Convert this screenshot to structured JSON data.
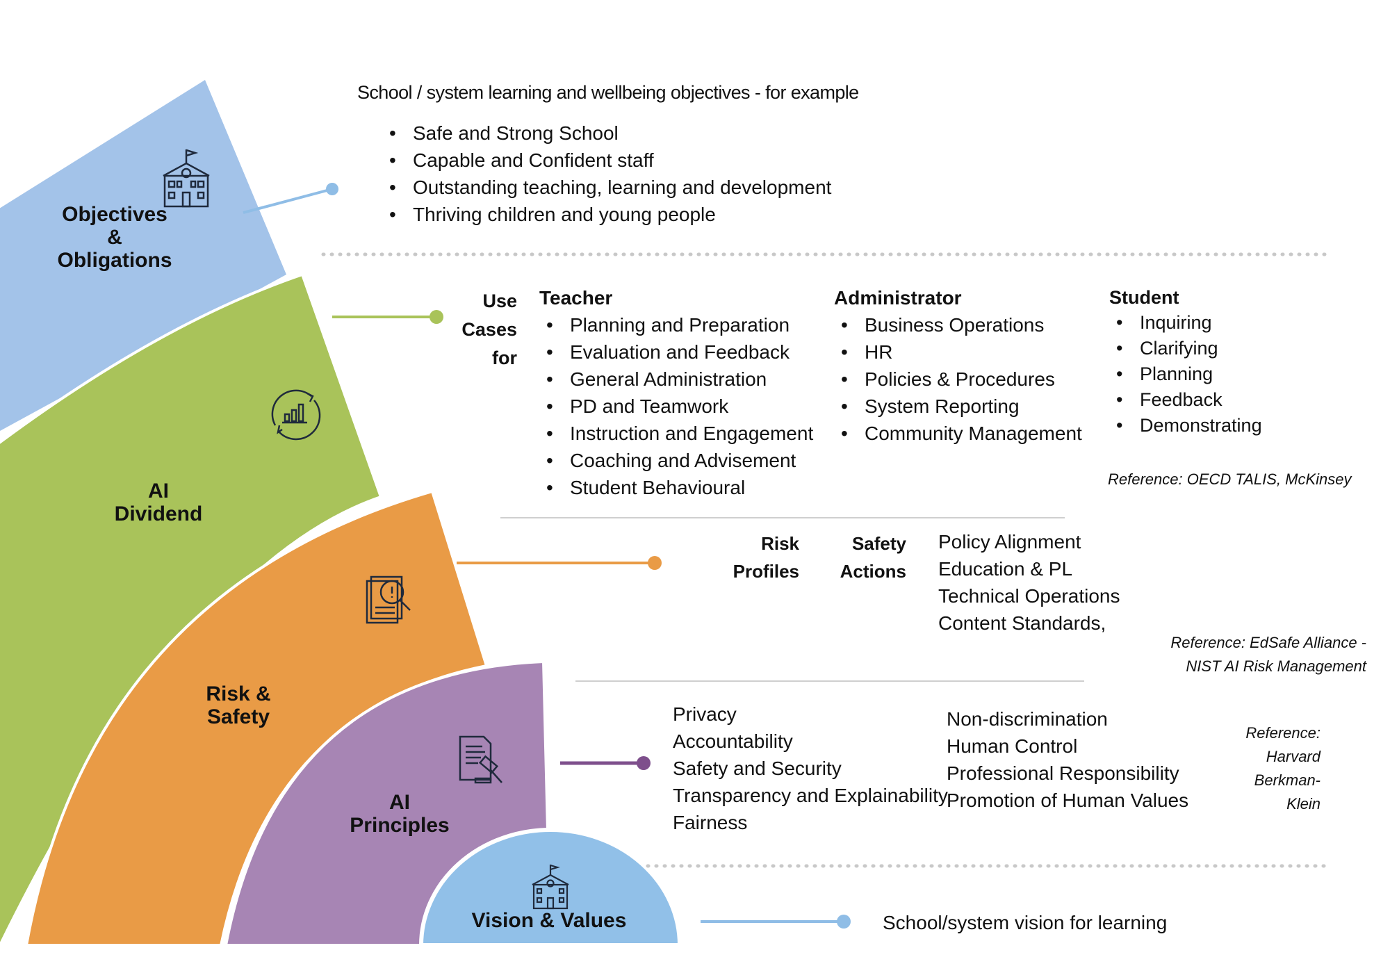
{
  "rings": {
    "objectives": {
      "label_lines": [
        "Objectives",
        "&",
        "Obligations"
      ],
      "color": "#a3c3e9",
      "icon": "school-building-icon"
    },
    "dividend": {
      "label_lines": [
        "AI",
        "Dividend"
      ],
      "color": "#a9c35a",
      "icon": "growth-chart-cycle-icon"
    },
    "risk": {
      "label_lines": [
        "Risk &",
        "Safety"
      ],
      "color": "#e99b46",
      "icon": "document-magnifier-alert-icon"
    },
    "principles": {
      "label_lines": [
        "AI",
        "Principles"
      ],
      "color": "#a785b4",
      "icon": "legal-document-gavel-icon"
    },
    "vision": {
      "label": "Vision & Values",
      "color": "#91c0e8",
      "icon": "school-building-icon"
    }
  },
  "objectives": {
    "intro": "School / system learning and wellbeing objectives - for example",
    "items": [
      "Safe and Strong School",
      "Capable and Confident staff",
      "Outstanding teaching, learning and development",
      "Thriving children and young people"
    ]
  },
  "use_cases": {
    "heading_lines": [
      "Use",
      "Cases",
      "for"
    ],
    "teacher": {
      "title": "Teacher",
      "items": [
        "Planning and Preparation",
        "Evaluation and Feedback",
        "General Administration",
        "PD and Teamwork",
        "Instruction and Engagement",
        "Coaching and Advisement",
        "Student Behavioural"
      ]
    },
    "administrator": {
      "title": "Administrator",
      "items": [
        "Business Operations",
        "HR",
        "Policies & Procedures",
        "System Reporting",
        "Community Management"
      ]
    },
    "student": {
      "title": "Student",
      "items": [
        "Inquiring",
        "Clarifying",
        "Planning",
        "Feedback",
        "Demonstrating"
      ]
    },
    "reference": "Reference:  OECD TALIS, McKinsey"
  },
  "risk": {
    "profiles_lines": [
      "Risk",
      "Profiles"
    ],
    "actions_lines": [
      "Safety",
      "Actions"
    ],
    "items": [
      "Policy Alignment",
      "Education & PL",
      "Technical Operations",
      "Content Standards,"
    ],
    "reference_lines": [
      "Reference:  EdSafe Alliance -",
      "NIST AI Risk Management"
    ]
  },
  "principles": {
    "col1": [
      "Privacy",
      "Accountability",
      "Safety and Security",
      "Transparency and Explainability",
      "Fairness"
    ],
    "col2": [
      "Non-discrimination",
      "Human Control",
      "Professional Responsibility",
      "Promotion of Human Values"
    ],
    "reference_lines": [
      "Reference:",
      "Harvard",
      "Berkman-",
      "Klein"
    ]
  },
  "vision": {
    "text": "School/system vision for learning"
  },
  "colors": {
    "objectives_connector": "#8fbde6",
    "dividend_connector": "#a9c35a",
    "risk_connector": "#e99b46",
    "principles_connector": "#7e4f8c",
    "vision_connector": "#8fbde6",
    "dotted_separator": "#c8c8c8",
    "thin_separator": "#cfcfcf"
  }
}
